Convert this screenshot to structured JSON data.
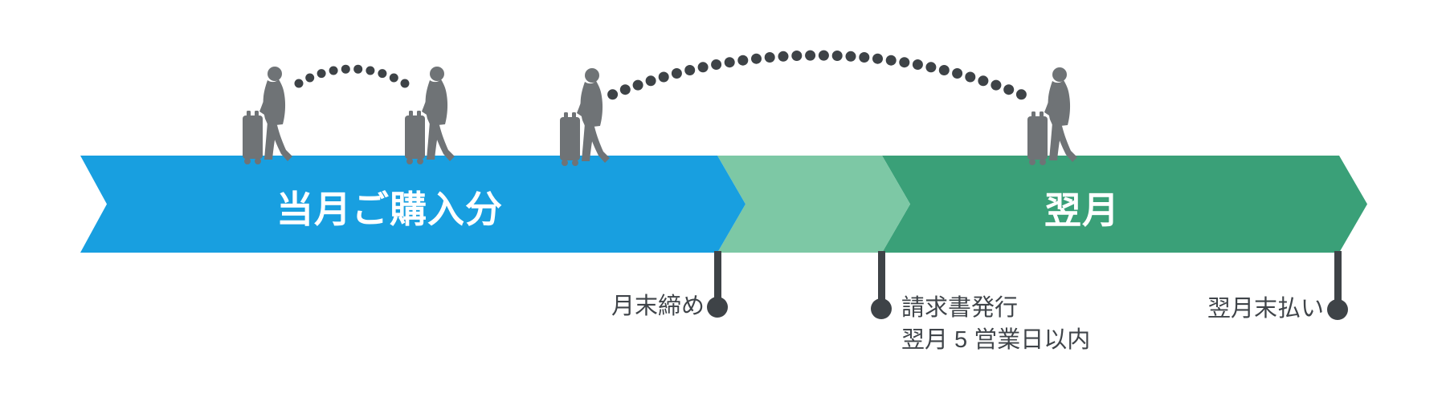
{
  "canvas": {
    "background": "#FFFFFF"
  },
  "timeline": {
    "segments": [
      {
        "id": "current-month",
        "label": "当月ご購入分",
        "color": "#189FE0",
        "text_color": "#FFFFFF"
      },
      {
        "id": "transition",
        "label": "",
        "color": "#7DC8A5",
        "text_color": "#FFFFFF"
      },
      {
        "id": "next-month",
        "label": "翌月",
        "color": "#3AA078",
        "text_color": "#FFFFFF"
      }
    ],
    "milestones": [
      {
        "id": "monthly-closing",
        "lines": [
          "月末締め"
        ],
        "label_side": "left-of-marker"
      },
      {
        "id": "invoice-issue",
        "lines": [
          "請求書発行",
          "翌月 5 営業日以内"
        ],
        "label_side": "right-of-marker"
      },
      {
        "id": "payment-due",
        "lines": [
          "翌月末払い"
        ],
        "label_side": "left-of-marker"
      }
    ],
    "marker_color": "#3E4347",
    "label_color": "#3F4449"
  },
  "decorations": {
    "figure_icon": "businessman-with-rolling-suitcase-icon",
    "figure_count": 4,
    "figure_color": "#6F7376",
    "arcs": [
      {
        "name": "dotted-arc-short",
        "dots": 10
      },
      {
        "name": "dotted-arc-long",
        "dots": 32
      }
    ],
    "dot_color": "#3E4347"
  }
}
